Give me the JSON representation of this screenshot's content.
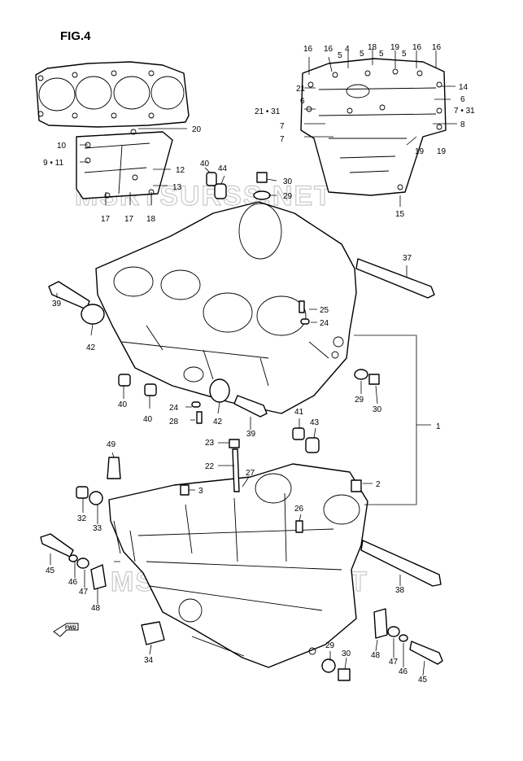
{
  "figure": {
    "title": "FIG.4"
  },
  "watermark": {
    "text": "MSRTSURSS.NET"
  },
  "fwd_badge": {
    "text": "FWD"
  },
  "callouts": {
    "c16a": "16",
    "c16b": "16",
    "c4": "4",
    "c18": "18",
    "c19a": "19",
    "c16c": "16",
    "c16d": "16",
    "c5a": "5",
    "c5b": "5",
    "c5c": "5",
    "c21a": "21",
    "c14": "14",
    "c6a": "6",
    "c6b": "6",
    "c21_31": "21 • 31",
    "c7_31": "7 • 31",
    "c7a": "7",
    "c7b": "7",
    "c8": "8",
    "c19b": "19",
    "c19c": "19",
    "c15": "15",
    "c20": "20",
    "c10": "10",
    "c9_11": "9 • 11",
    "c12": "12",
    "c13": "13",
    "c17a": "17",
    "c17b": "17",
    "c18b": "18",
    "c40a": "40",
    "c44": "44",
    "c30a": "30",
    "c29a": "29",
    "c37": "37",
    "c25": "25",
    "c24a": "24",
    "c39a": "39",
    "c42a": "42",
    "c1": "1",
    "c29b": "29",
    "c30b": "30",
    "c40b": "40",
    "c40c": "40",
    "c24b": "24",
    "c28": "28",
    "c42b": "42",
    "c39b": "39",
    "c41": "41",
    "c43": "43",
    "c49": "49",
    "c23": "23",
    "c22": "22",
    "c27": "27",
    "c3": "3",
    "c2": "2",
    "c32": "32",
    "c33": "33",
    "c26": "26",
    "c45a": "45",
    "c46a": "46",
    "c47a": "47",
    "c48a": "48",
    "c38": "38",
    "c34": "34",
    "c29c": "29",
    "c30c": "30",
    "c48b": "48",
    "c47b": "47",
    "c46b": "46",
    "c45b": "45"
  }
}
